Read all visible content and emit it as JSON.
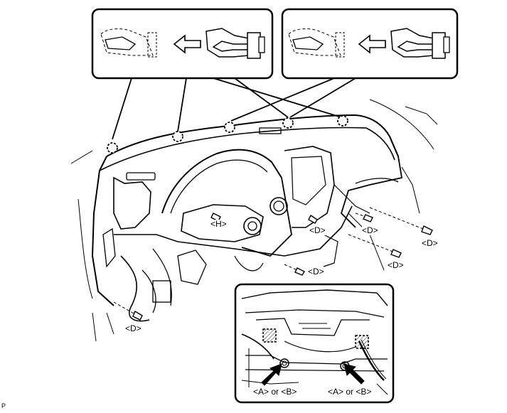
{
  "labels": {
    "d": "<D>",
    "h": "<H>",
    "a_or_b": "<A> or <B>"
  },
  "figure_code": "P"
}
